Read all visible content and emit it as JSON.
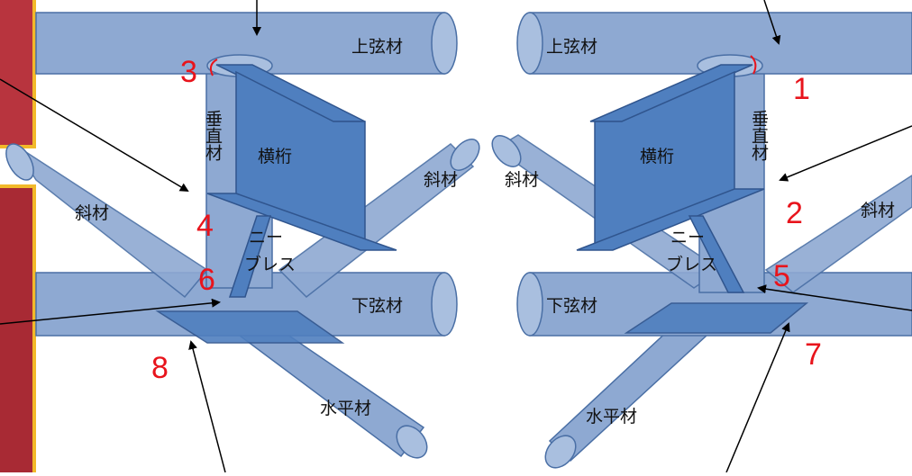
{
  "colors": {
    "tube_fill": "#8ea9d2",
    "tube_fill_light": "#a9bfdf",
    "tube_stroke": "#4a6fa5",
    "beam_fill": "#4f7fbf",
    "beam_stroke": "#30558e",
    "number_color": "#e8141c",
    "arrow_color": "#000000",
    "photo_frame": "#f2b92a",
    "photo_fill": "#b8343e"
  },
  "labels": {
    "upper_chord_left": "上弦材",
    "upper_chord_right": "上弦材",
    "vertical_left": "垂直材",
    "vertical_right": "垂直材",
    "crossbeam_left": "横桁",
    "crossbeam_right": "横桁",
    "diagonal_left_outer": "斜材",
    "diagonal_left_inner": "斜材",
    "diagonal_right_inner": "斜材",
    "diagonal_right_outer": "斜材",
    "knee_brace_left_1": "ニー",
    "knee_brace_left_2": "ブレス",
    "knee_brace_right_1": "ニー",
    "knee_brace_right_2": "ブレス",
    "lower_chord_left": "下弦材",
    "lower_chord_right": "下弦材",
    "horizontal_left": "水平材",
    "horizontal_right": "水平材"
  },
  "numbers": {
    "n1": "1",
    "n2": "2",
    "n3": "3",
    "n4": "4",
    "n5": "5",
    "n6": "6",
    "n7": "7",
    "n8": "8"
  }
}
